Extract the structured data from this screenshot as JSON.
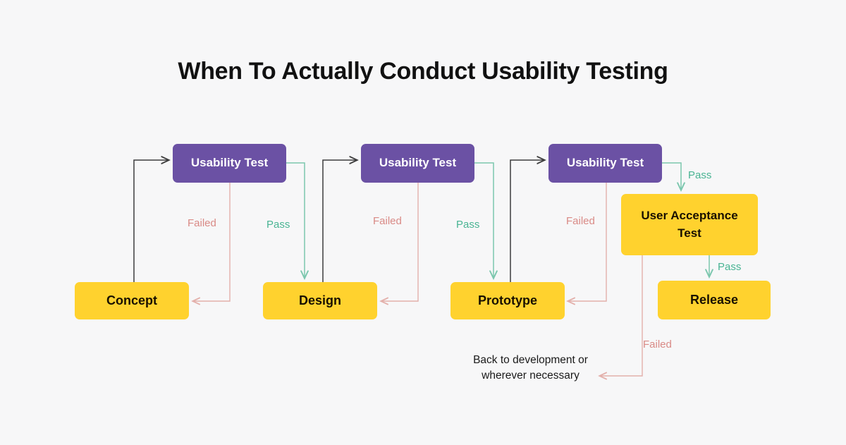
{
  "title": "When To Actually Conduct Usability Testing",
  "colors": {
    "background": "#f7f7f8",
    "test_box": "#6b51a4",
    "stage_box": "#ffd22e",
    "pass": "#49b493",
    "failed": "#d98a86",
    "flow_black": "#3d3d3d",
    "title": "#111111"
  },
  "nodes": {
    "usability_test_1": "Usability Test",
    "usability_test_2": "Usability Test",
    "usability_test_3": "Usability Test",
    "concept": "Concept",
    "design": "Design",
    "prototype": "Prototype",
    "user_acceptance_test": "User Acceptance\nTest",
    "release": "Release"
  },
  "labels": {
    "failed_1": "Failed",
    "pass_1": "Pass",
    "failed_2": "Failed",
    "pass_2": "Pass",
    "failed_3": "Failed",
    "pass_3": "Pass",
    "pass_4": "Pass",
    "failed_4": "Failed"
  },
  "notes": {
    "back_to_development": "Back to development or\nwherever necessary"
  },
  "chart_data": {
    "type": "diagram",
    "title": "When To Actually Conduct Usability Testing",
    "nodes": [
      {
        "id": "concept",
        "label": "Concept",
        "kind": "stage"
      },
      {
        "id": "usability_test_1",
        "label": "Usability Test",
        "kind": "test"
      },
      {
        "id": "design",
        "label": "Design",
        "kind": "stage"
      },
      {
        "id": "usability_test_2",
        "label": "Usability Test",
        "kind": "test"
      },
      {
        "id": "prototype",
        "label": "Prototype",
        "kind": "stage"
      },
      {
        "id": "usability_test_3",
        "label": "Usability Test",
        "kind": "test"
      },
      {
        "id": "user_acceptance_test",
        "label": "User Acceptance Test",
        "kind": "stage"
      },
      {
        "id": "release",
        "label": "Release",
        "kind": "stage"
      }
    ],
    "edges": [
      {
        "from": "concept",
        "to": "usability_test_1",
        "label": "",
        "color": "#3d3d3d"
      },
      {
        "from": "usability_test_1",
        "to": "concept",
        "label": "Failed",
        "color": "#d98a86"
      },
      {
        "from": "usability_test_1",
        "to": "design",
        "label": "Pass",
        "color": "#49b493"
      },
      {
        "from": "design",
        "to": "usability_test_2",
        "label": "",
        "color": "#3d3d3d"
      },
      {
        "from": "usability_test_2",
        "to": "design",
        "label": "Failed",
        "color": "#d98a86"
      },
      {
        "from": "usability_test_2",
        "to": "prototype",
        "label": "Pass",
        "color": "#49b493"
      },
      {
        "from": "prototype",
        "to": "usability_test_3",
        "label": "",
        "color": "#3d3d3d"
      },
      {
        "from": "usability_test_3",
        "to": "prototype",
        "label": "Failed",
        "color": "#d98a86"
      },
      {
        "from": "usability_test_3",
        "to": "user_acceptance_test",
        "label": "Pass",
        "color": "#49b493"
      },
      {
        "from": "user_acceptance_test",
        "to": "release",
        "label": "Pass",
        "color": "#49b493"
      },
      {
        "from": "user_acceptance_test",
        "to": "back_to_development",
        "label": "Failed",
        "color": "#d98a86"
      }
    ]
  }
}
